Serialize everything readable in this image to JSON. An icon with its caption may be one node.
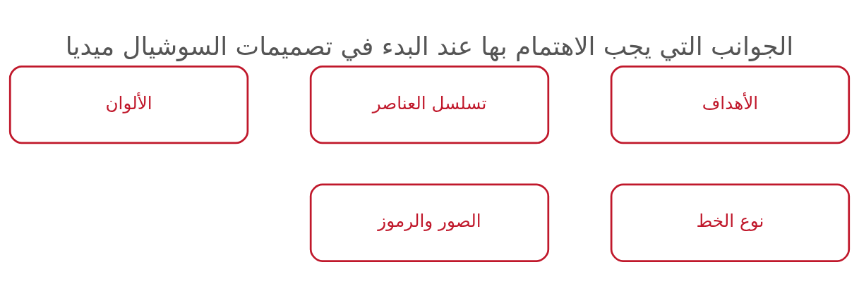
{
  "diagram": {
    "title": "الجوانب التي يجب الاهتمام بها عند البدء في تصميمات السوشيال ميديا",
    "nodes": [
      {
        "text": [
          "الأهداف"
        ]
      },
      {
        "text": [
          "تسلسل العناصر"
        ]
      },
      {
        "text": [
          "الألوان"
        ]
      },
      {
        "text": [
          "نوع الخط"
        ]
      },
      {
        "text": [
          "الصور والرموز"
        ]
      }
    ]
  }
}
